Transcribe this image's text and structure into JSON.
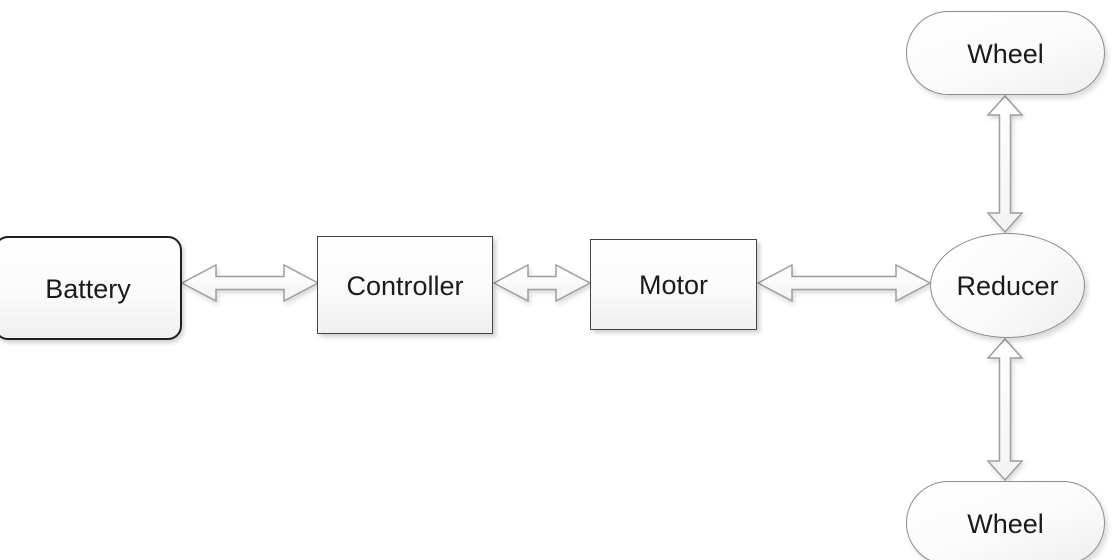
{
  "diagram": {
    "nodes": {
      "battery": {
        "label": "Battery",
        "shape": "rounded-rectangle"
      },
      "controller": {
        "label": "Controller",
        "shape": "rectangle"
      },
      "motor": {
        "label": "Motor",
        "shape": "rectangle"
      },
      "reducer": {
        "label": "Reducer",
        "shape": "ellipse"
      },
      "wheel_top": {
        "label": "Wheel",
        "shape": "stadium"
      },
      "wheel_bottom": {
        "label": "Wheel",
        "shape": "stadium"
      }
    },
    "edges": [
      {
        "from": "battery",
        "to": "controller",
        "style": "hollow-double-arrow",
        "direction": "bidirectional"
      },
      {
        "from": "controller",
        "to": "motor",
        "style": "hollow-double-arrow",
        "direction": "bidirectional"
      },
      {
        "from": "motor",
        "to": "reducer",
        "style": "hollow-double-arrow",
        "direction": "bidirectional"
      },
      {
        "from": "wheel_top",
        "to": "reducer",
        "style": "hollow-double-arrow",
        "direction": "bidirectional"
      },
      {
        "from": "reducer",
        "to": "wheel_bottom",
        "style": "hollow-double-arrow",
        "direction": "bidirectional"
      }
    ],
    "colors": {
      "background": "#ffffff",
      "node_fill_top": "#ffffff",
      "node_fill_bottom": "#efefef",
      "rect_border": "#454545",
      "battery_border": "#1f1f1f",
      "ellipse_border": "#8c8c8c",
      "arrow_outline": "#9e9e9e",
      "arrow_fill": "#fcfcfc",
      "text": "#1b1b1b"
    }
  }
}
